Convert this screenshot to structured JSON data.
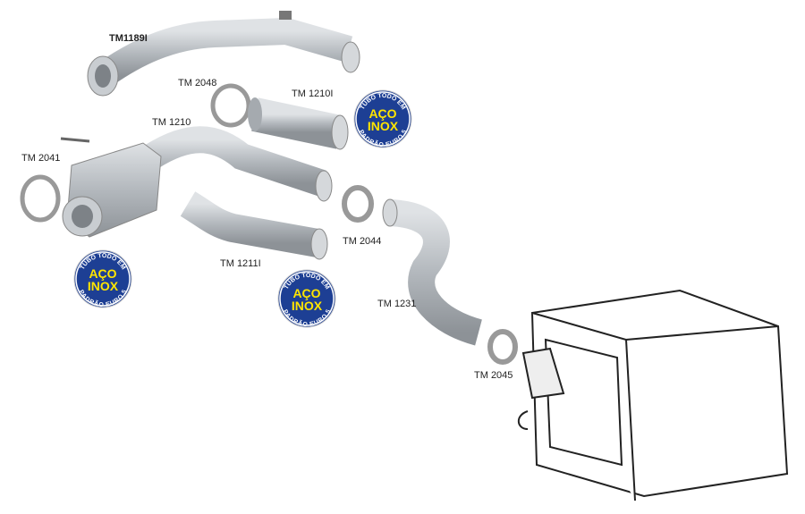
{
  "parts": [
    {
      "id": "tm1189i",
      "label": "TM1189I"
    },
    {
      "id": "tm2048",
      "label": "TM 2048"
    },
    {
      "id": "tm1210i",
      "label": "TM 1210I"
    },
    {
      "id": "tm1210",
      "label": "TM 1210"
    },
    {
      "id": "tm2041",
      "label": "TM 2041"
    },
    {
      "id": "tm1211i",
      "label": "TM 1211I"
    },
    {
      "id": "tm2044",
      "label": "TM 2044"
    },
    {
      "id": "tm1231",
      "label": "TM 1231"
    },
    {
      "id": "tm2045",
      "label": "TM 2045"
    }
  ],
  "badge": {
    "top_text": "TUBO TODO EM",
    "line1": "AÇO",
    "line2": "INOX",
    "bottom_text": "PADRÃO EURO 5",
    "colors": {
      "ring": "#1d3f94",
      "text": "#ffe500",
      "outer": "#ffffff"
    }
  },
  "colors": {
    "part": "#b9bdc1",
    "part_dark": "#8c9196",
    "outline": "#222222"
  }
}
